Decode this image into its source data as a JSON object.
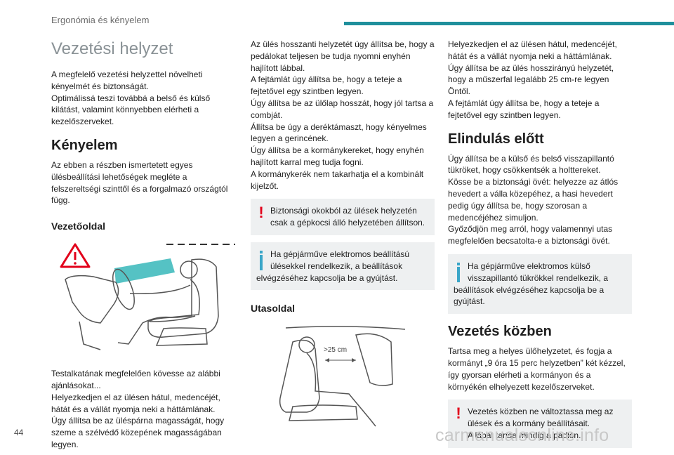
{
  "header": {
    "section": "Ergonómia és kényelem"
  },
  "page_number": "44",
  "watermark": "carmanualsonline.info",
  "col1": {
    "title": "Vezetési helyzet",
    "intro": "A megfelelő vezetési helyzettel növelheti kényelmét és biztonságát.\nOptimálissá teszi továbbá a belső és külső kilátást, valamint könnyebben elérheti a kezelőszerveket.",
    "h_comfort": "Kényelem",
    "comfort_text": "Az ebben a részben ismertetett egyes ülésbeállítási lehetőségek megléte a felszereltségi szinttől és a forgalmazó országtól függ.",
    "h_driver": "Vezetőoldal",
    "driver_text": "Testalkatának megfelelően kövesse az alábbi ajánlásokat...\nHelyezkedjen el az ülésen hátul, medencéjét, hátát és a vállát nyomja neki a háttámlának.\nÚgy állítsa be az üléspárna magasságát, hogy szeme a szélvédő közepének magasságában legyen."
  },
  "col2": {
    "text1": "Az ülés hosszanti helyzetét úgy állítsa be, hogy a pedálokat teljesen be tudja nyomni enyhén hajlított lábbal.\nA fejtámlát úgy állítsa be, hogy a teteje a fejtetővel egy szintben legyen.\nÚgy állítsa be az ülőlap hosszát, hogy jól tartsa a combját.\nÁllítsa be úgy a deréktámaszt, hogy kényelmes legyen a gerincének.\nÚgy állítsa be a kormánykereket, hogy enyhén hajlított karral meg tudja fogni.\nA kormánykerék nem takarhatja el a kombinált kijelzőt.",
    "warn_text": "Biztonsági okokból az ülések helyzetén csak a gépkocsi álló helyzetében állítson.",
    "info_text": "Ha gépjárműve elektromos beállítású ülésekkel rendelkezik, a beállítások elvégzéséhez kapcsolja be a gyújtást.",
    "h_passenger": "Utasoldal",
    "distance_label": ">25 cm"
  },
  "col3": {
    "text1": "Helyezkedjen el az ülésen hátul, medencéjét, hátát és a vállát nyomja neki a háttámlának.\nÚgy állítsa be az ülés hosszirányú helyzetét, hogy a műszerfal legalább 25 cm-re legyen Öntől.\nA fejtámlát úgy állítsa be, hogy a teteje a fejtetővel egy szintben legyen.",
    "h_before": "Elindulás előtt",
    "before_text": "Úgy állítsa be a külső és belső visszapillantó tükröket, hogy csökkentsék a holttereket.\nKösse be a biztonsági övét: helyezze az átlós hevedert a válla közepéhez, a hasi hevedert pedig úgy állítsa be, hogy szorosan a medencéjéhez simuljon.\nGyőződjön meg arról, hogy valamennyi utas megfelelően becsatolta-e a biztonsági övét.",
    "info_text": "Ha gépjárműve elektromos külső visszapillantó tükrökkel rendelkezik, a beállítások elvégzéséhez kapcsolja be a gyújtást.",
    "h_during": "Vezetés közben",
    "during_text": "Tartsa meg a helyes ülőhelyzetet, és fogja a kormányt „9 óra 15 perc helyzetben” két kézzel, így gyorsan elérheti a kormányon és a környékén elhelyezett kezelőszerveket.",
    "warn_text": "Vezetés közben ne változtassa meg az ülések és a kormány beállításait.\nA lábát tartsa mindig a padlón."
  },
  "colors": {
    "accent": "#1f8f9c",
    "warning": "#e2001a",
    "info": "#3aa6c8",
    "box_bg": "#eef0f1"
  }
}
